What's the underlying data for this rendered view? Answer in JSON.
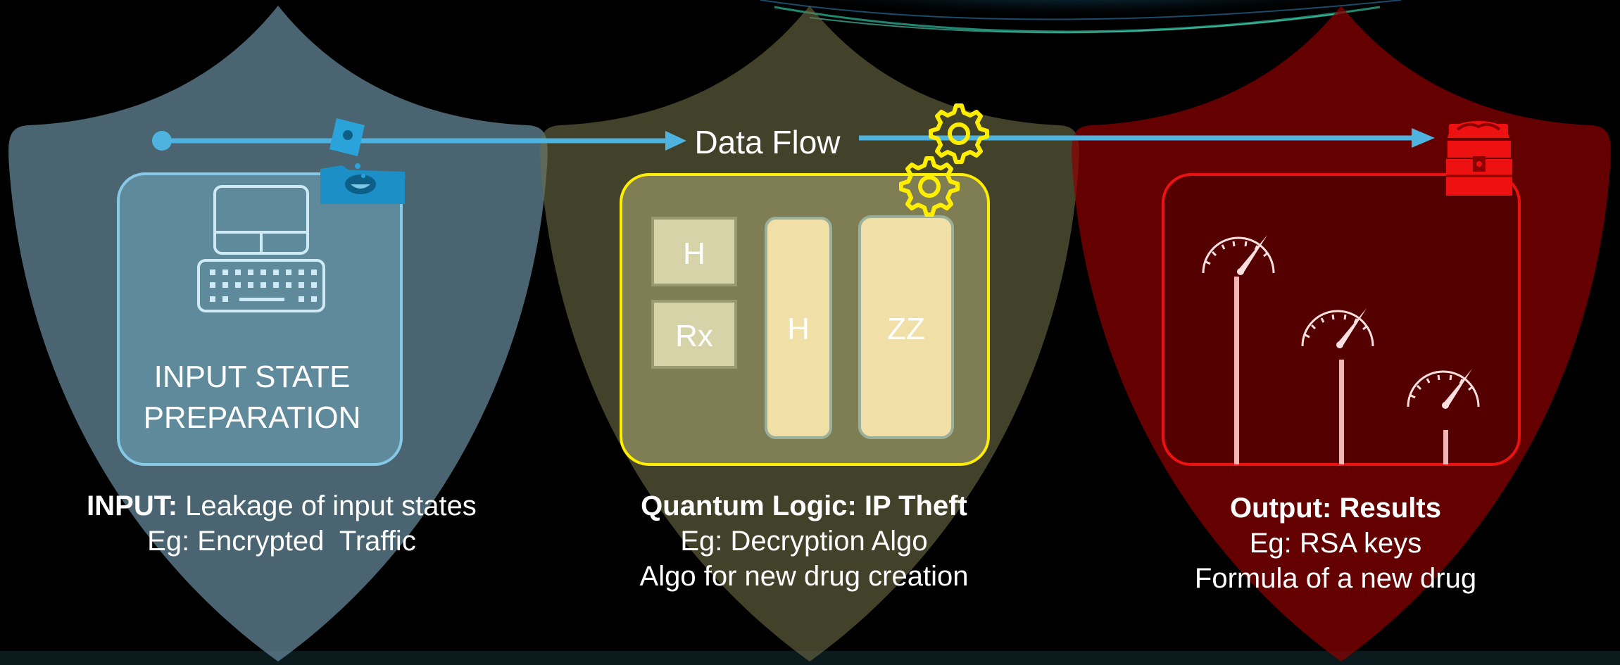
{
  "flow": {
    "label": "Data Flow"
  },
  "input": {
    "box_line1": "INPUT STATE",
    "box_line2": "PREPARATION",
    "caption_bold": "INPUT:",
    "caption_rest": " Leakage of input states",
    "caption_line2": "Eg: Encrypted  Traffic"
  },
  "logic": {
    "gate_h1": "H",
    "gate_rx": "Rx",
    "gate_h2": "H",
    "gate_zz": "ZZ",
    "caption_title": "Quantum Logic: IP Theft",
    "caption_line2": "Eg: Decryption Algo",
    "caption_line3": "Algo for new drug creation"
  },
  "output": {
    "caption_title": "Output: Results",
    "caption_line2": "Eg: RSA keys",
    "caption_line3": "Formula of a new drug"
  },
  "colors": {
    "input_shield": "#5f8191",
    "logic_shield": "#6b6b45",
    "output_shield": "#8b0000",
    "flow_blue": "#4fb3e0",
    "gear_yellow": "#ffee00",
    "chest_red": "#ee1111"
  }
}
